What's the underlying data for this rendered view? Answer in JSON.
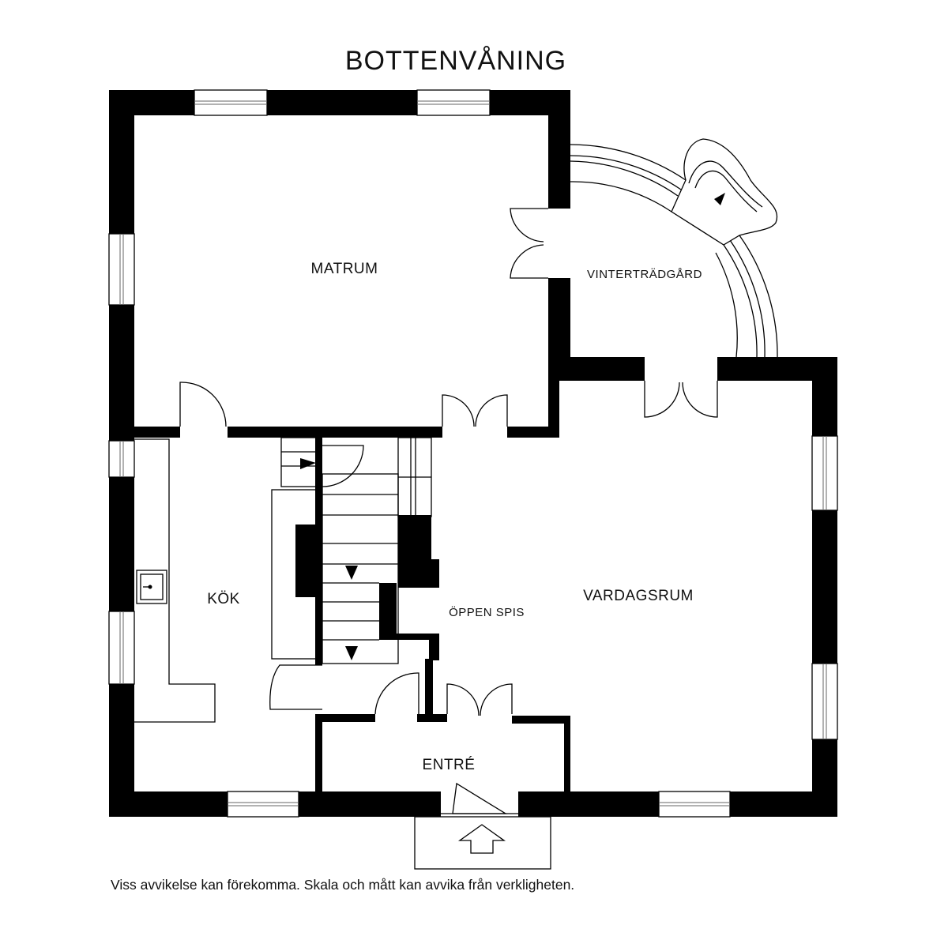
{
  "plan_title": "BOTTENVÅNING",
  "rooms": {
    "matrum": "MATRUM",
    "vintertradgard": "VINTERTRÄDGÅRD",
    "kok": "KÖK",
    "oppen_spis": "ÖPPEN SPIS",
    "vardagsrum": "VARDAGSRUM",
    "entre": "ENTRÉ"
  },
  "disclaimer": "Viss avvikelse kan förekomma. Skala och mått kan avvika från verkligheten.",
  "colors": {
    "wall": "#000000",
    "background": "#ffffff"
  },
  "icons": [
    "entrance-arrow-icon",
    "stair-direction-arrow-icon",
    "sink-icon"
  ]
}
